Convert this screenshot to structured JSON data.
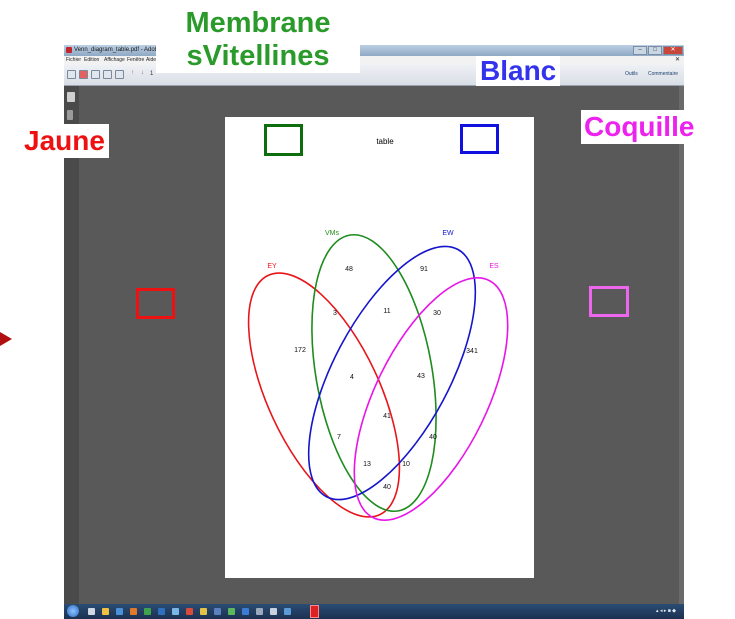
{
  "window": {
    "title": "Venn_diagram_table.pdf - Adobe Reader",
    "menu": [
      "Fichier",
      "Edition",
      "Affichage",
      "Fenêtre",
      "Aide"
    ],
    "page_number": "1",
    "toolbar_right": [
      "Outils",
      "Commentaire"
    ]
  },
  "overlay": {
    "membranes_line1": "Membrane",
    "membranes_line2": "sVitellines",
    "blanc": "Blanc",
    "jaune": "Jaune",
    "coquille": "Coquille"
  },
  "venn": {
    "title": "table",
    "sets": [
      {
        "key": "EY",
        "label": "EY",
        "color": "#e8151b"
      },
      {
        "key": "VMs",
        "label": "VMs",
        "color": "#1e8c1e"
      },
      {
        "key": "EW",
        "label": "EW",
        "color": "#1515cc"
      },
      {
        "key": "ES",
        "label": "ES",
        "color": "#e815e8"
      }
    ],
    "regions": [
      {
        "sets": "EY",
        "value": "172"
      },
      {
        "sets": "VMs",
        "value": "48"
      },
      {
        "sets": "EW",
        "value": "91"
      },
      {
        "sets": "ES",
        "value": "341"
      },
      {
        "sets": "EY&VMs",
        "value": "3"
      },
      {
        "sets": "VMs&EW",
        "value": "11"
      },
      {
        "sets": "EW&ES",
        "value": "30"
      },
      {
        "sets": "EY&VMs&EW",
        "value": "4"
      },
      {
        "sets": "VMs&EW&ES",
        "value": "43"
      },
      {
        "sets": "EY&VMs&EW&ES",
        "value": "41"
      },
      {
        "sets": "EY&EW",
        "value": "7"
      },
      {
        "sets": "VMs&ES",
        "value": "40"
      },
      {
        "sets": "EY&EW&ES",
        "value": "13"
      },
      {
        "sets": "EY&VMs&ES",
        "value": "10"
      },
      {
        "sets": "EY&ES",
        "value": "40"
      }
    ]
  },
  "colors": {
    "membranes": "#2a9a2a",
    "blanc": "#3333ee",
    "jaune": "#ee1111",
    "coquille": "#ee22ee"
  }
}
